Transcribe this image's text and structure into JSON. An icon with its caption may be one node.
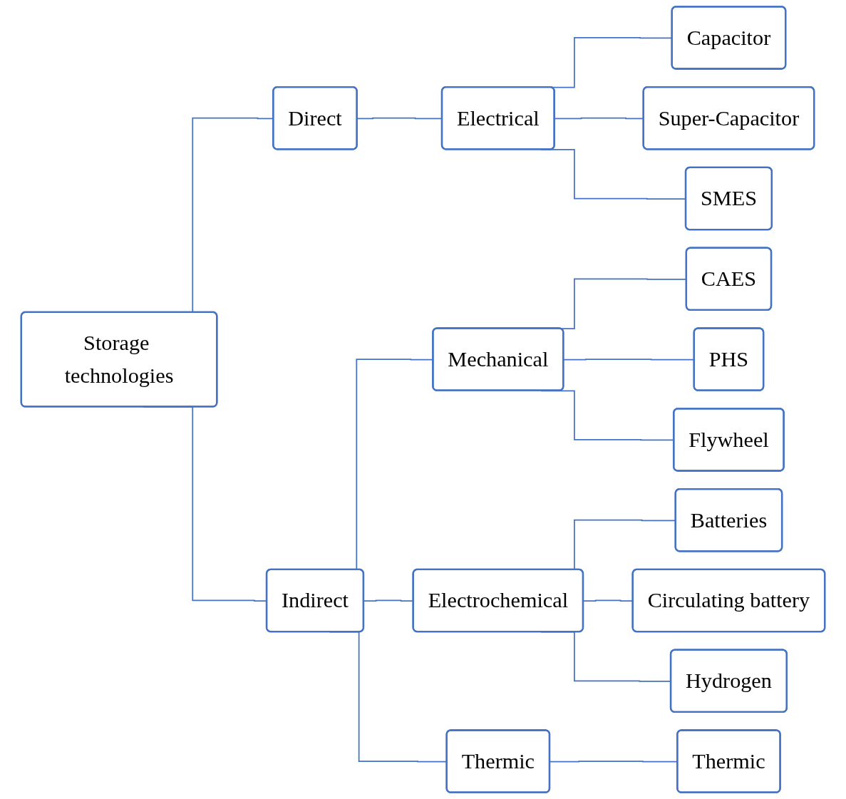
{
  "diagram": {
    "nodes": [
      {
        "text": [
          "Storage technologies"
        ]
      },
      {
        "text": [
          "Direct"
        ]
      },
      {
        "text": [
          "Indirect"
        ]
      },
      {
        "text": [
          "Electrical"
        ]
      },
      {
        "text": [
          "Mechanical"
        ]
      },
      {
        "text": [
          "Electrochemical"
        ]
      },
      {
        "text": [
          "Thermic"
        ]
      },
      {
        "text": [
          "Capacitor"
        ]
      },
      {
        "text": [
          "Super-Capacitor"
        ]
      },
      {
        "text": [
          "SMES"
        ]
      },
      {
        "text": [
          "CAES"
        ]
      },
      {
        "text": [
          "PHS"
        ]
      },
      {
        "text": [
          "Flywheel"
        ]
      },
      {
        "text": [
          "Batteries"
        ]
      },
      {
        "text": [
          "Circulating battery"
        ]
      },
      {
        "text": [
          "Hydrogen"
        ]
      },
      {
        "text": [
          "Thermic"
        ]
      }
    ],
    "edges": [
      {
        "from": 0,
        "to": 1,
        "arrow": "none"
      },
      {
        "from": 0,
        "to": 2,
        "arrow": "none"
      },
      {
        "from": 1,
        "to": 3,
        "arrow": "none"
      },
      {
        "from": 2,
        "to": 4,
        "arrow": "none"
      },
      {
        "from": 2,
        "to": 5,
        "arrow": "none"
      },
      {
        "from": 2,
        "to": 6,
        "arrow": "none"
      },
      {
        "from": 3,
        "to": 7,
        "arrow": "none"
      },
      {
        "from": 3,
        "to": 8,
        "arrow": "none"
      },
      {
        "from": 3,
        "to": 9,
        "arrow": "none"
      },
      {
        "from": 4,
        "to": 10,
        "arrow": "none"
      },
      {
        "from": 4,
        "to": 11,
        "arrow": "none"
      },
      {
        "from": 4,
        "to": 12,
        "arrow": "none"
      },
      {
        "from": 5,
        "to": 13,
        "arrow": "none"
      },
      {
        "from": 5,
        "to": 14,
        "arrow": "none"
      },
      {
        "from": 5,
        "to": 15,
        "arrow": "none"
      },
      {
        "from": 6,
        "to": 16,
        "arrow": "none"
      }
    ]
  }
}
